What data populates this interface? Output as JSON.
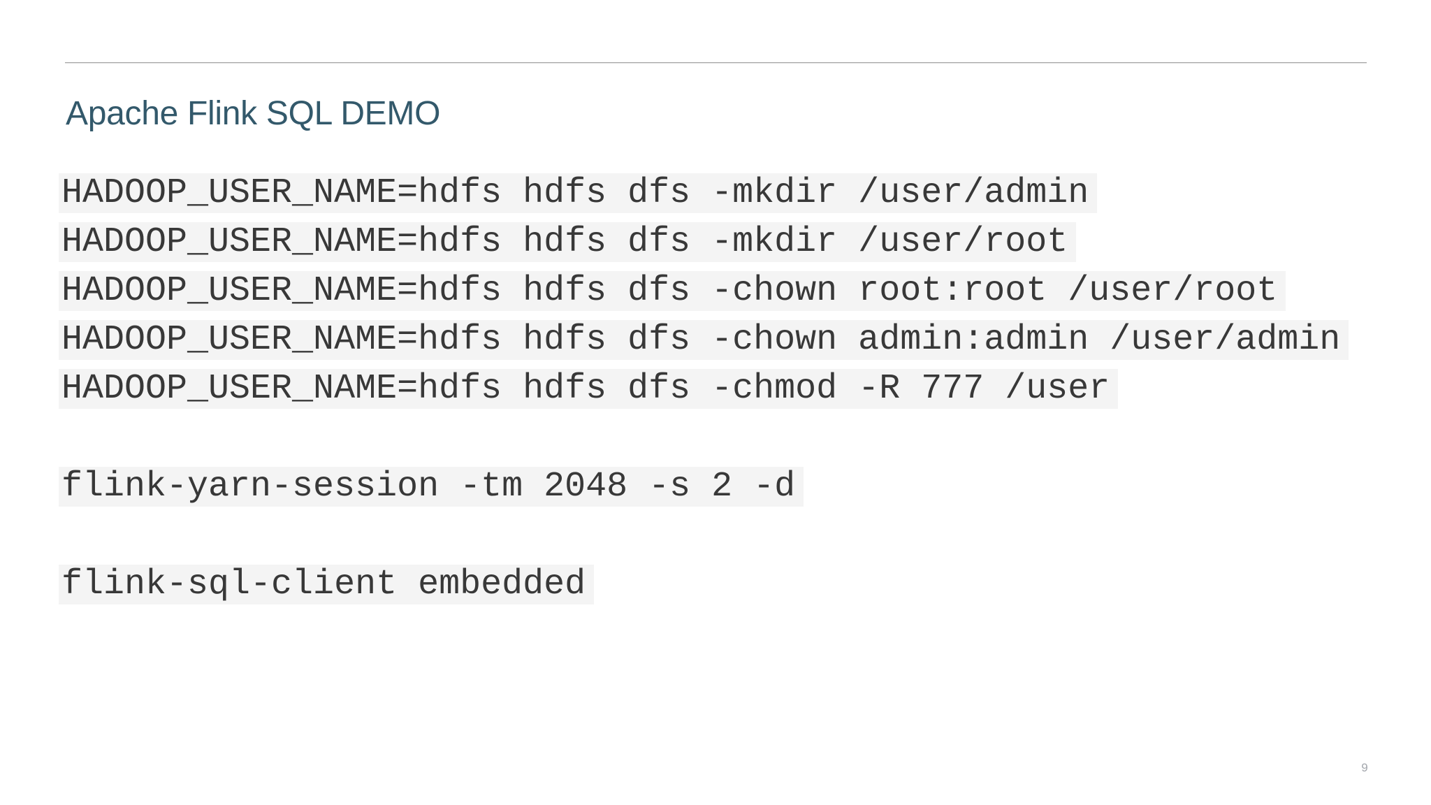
{
  "slide": {
    "title": "Apache Flink SQL DEMO",
    "page_number": "9",
    "code_lines": [
      "HADOOP_USER_NAME=hdfs hdfs dfs -mkdir /user/admin",
      "HADOOP_USER_NAME=hdfs hdfs dfs -mkdir /user/root",
      "HADOOP_USER_NAME=hdfs hdfs dfs -chown root:root /user/root",
      "HADOOP_USER_NAME=hdfs hdfs dfs -chown admin:admin /user/admin",
      "HADOOP_USER_NAME=hdfs hdfs dfs -chmod -R 777 /user",
      "",
      "flink-yarn-session -tm 2048 -s 2 -d",
      "",
      "flink-sql-client embedded"
    ],
    "colors": {
      "title_text": "#33596b",
      "code_text": "#383838",
      "code_highlight_bg": "#f4f4f4",
      "top_rule": "#a6a6a6",
      "page_number_text": "#a3a7ad",
      "background": "#ffffff"
    }
  }
}
